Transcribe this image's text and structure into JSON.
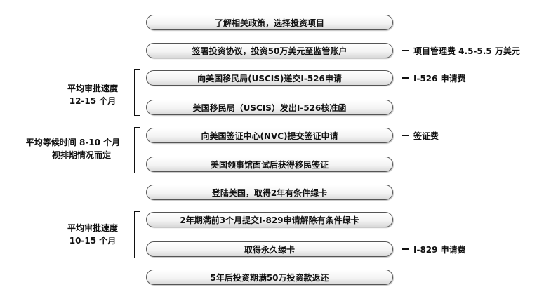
{
  "steps": [
    "了解相关政策，选择投资项目",
    "签署投资协议，投资50万美元至监管账户",
    "向美国移民局(USCIS)递交I-526申请",
    "美国移民局（USCIS）发出I-526核准函",
    "向美国签证中心(NVC)提交签证申请",
    "美国领事馆面试后获得移民签证",
    "登陆美国，取得2年有条件绿卡",
    "2年期满前3个月提交I-829申请解除有条件绿卡",
    "取得永久绿卡",
    "5年后投资期满50万投资款返还"
  ],
  "fees": {
    "project_fee": "项目管理费 4.5-5.5 万美元",
    "i526_fee": "I-526 申请费",
    "visa_fee": "签证费",
    "i829_fee": "I-829 申请费"
  },
  "side_notes": {
    "first": {
      "line1": "平均审批速度",
      "line2": "12-15 个月"
    },
    "second": {
      "line1": "平均等候时间 8-10 个月",
      "line2": "视排期情况而定"
    },
    "third": {
      "line1": "平均审批速度",
      "line2": "10-15 个月"
    }
  }
}
